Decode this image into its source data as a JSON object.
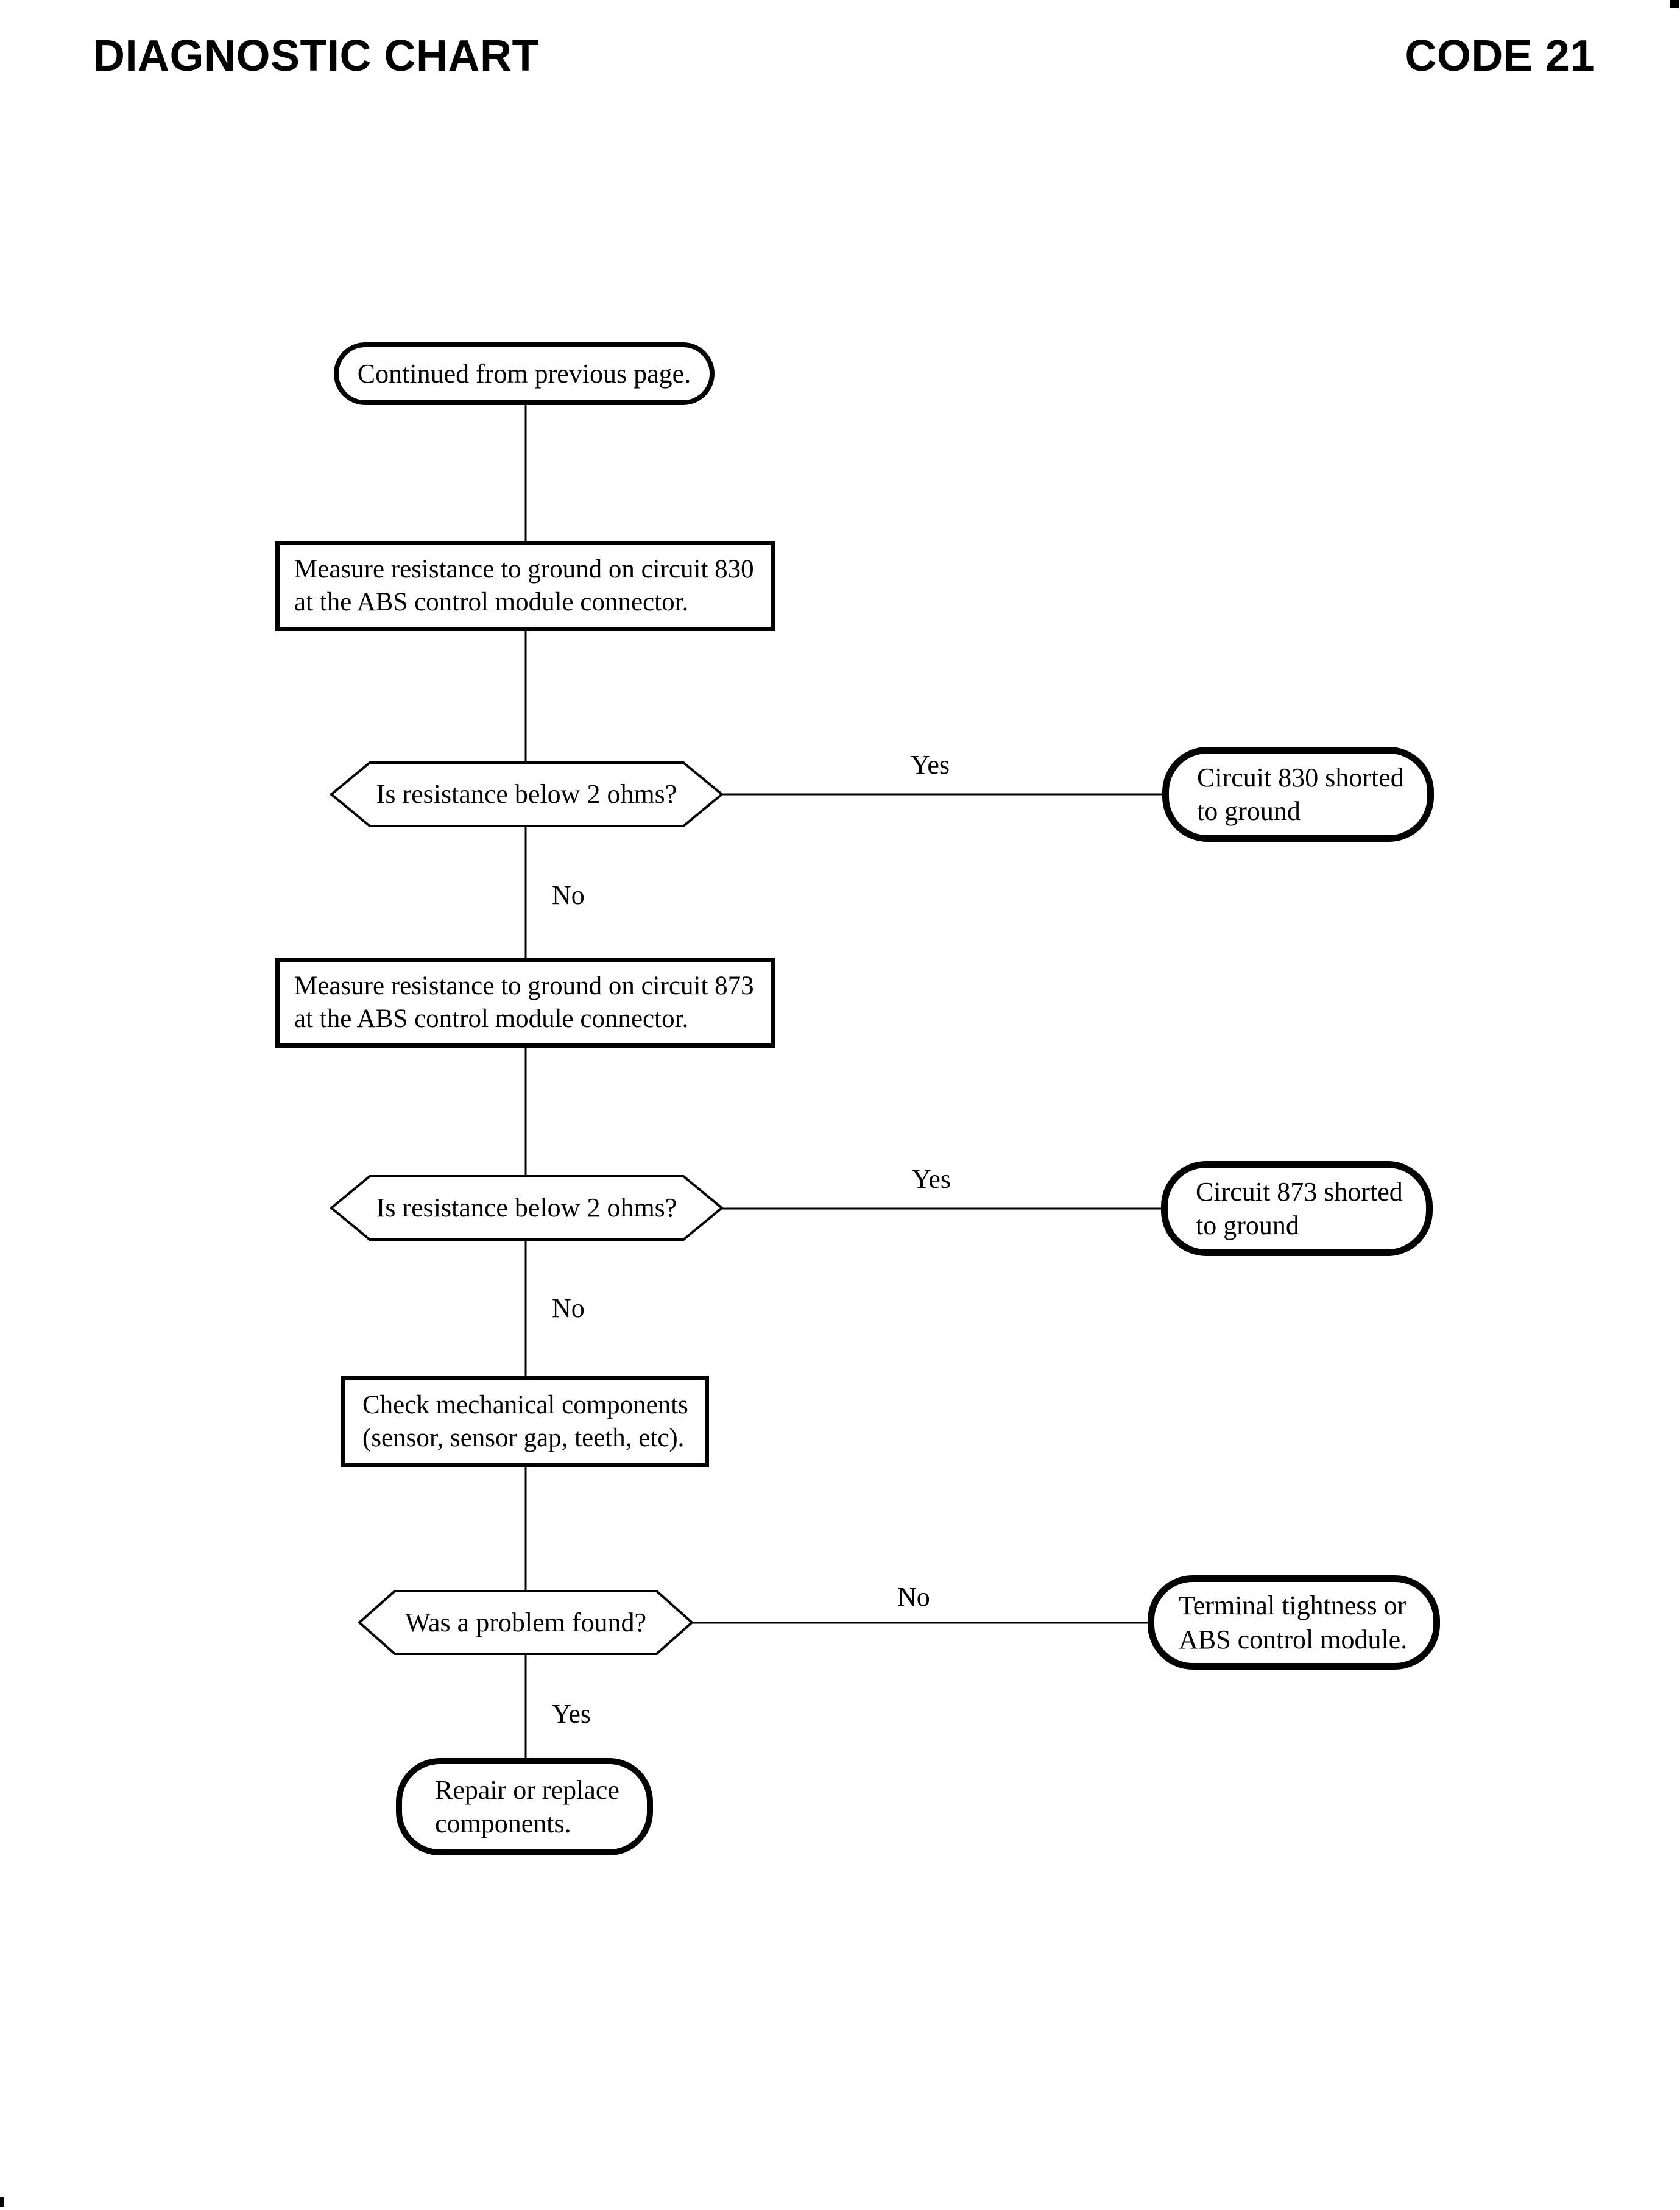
{
  "page": {
    "title_left": "DIAGNOSTIC CHART",
    "title_right": "CODE 21"
  },
  "flow": {
    "start": {
      "text": "Continued from previous page."
    },
    "process1": {
      "lines": [
        "Measure resistance to ground on circuit 830",
        "at the ABS control module connector."
      ]
    },
    "decision1": {
      "text": "Is resistance below 2 ohms?",
      "yes_label": "Yes",
      "no_label": "No"
    },
    "result1": {
      "lines": [
        "Circuit 830 shorted",
        "to ground"
      ]
    },
    "process2": {
      "lines": [
        "Measure resistance to ground on circuit 873",
        "at the ABS control module connector."
      ]
    },
    "decision2": {
      "text": "Is resistance below 2 ohms?",
      "yes_label": "Yes",
      "no_label": "No"
    },
    "result2": {
      "lines": [
        "Circuit 873 shorted",
        "to ground"
      ]
    },
    "process3": {
      "lines": [
        "Check mechanical components",
        "(sensor, sensor gap, teeth, etc)."
      ]
    },
    "decision3": {
      "text": "Was a problem found?",
      "no_label": "No",
      "yes_label": "Yes"
    },
    "result3": {
      "lines": [
        "Terminal tightness or",
        "ABS control module."
      ]
    },
    "end": {
      "lines": [
        "Repair or replace",
        "components."
      ]
    }
  },
  "colors": {
    "ink": "#000000",
    "paper": "#ffffff"
  }
}
